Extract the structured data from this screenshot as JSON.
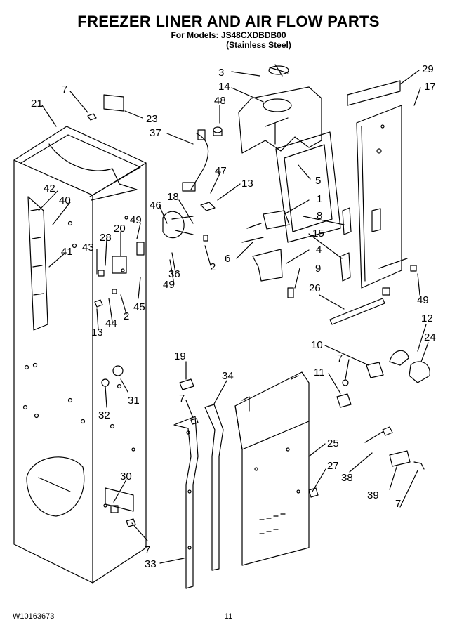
{
  "header": {
    "title": "FREEZER LINER AND AIR FLOW PARTS",
    "models_line": "For Models: JS48CXDBDB00",
    "variant_line": "(Stainless Steel)"
  },
  "callouts": {
    "c3": "3",
    "c29": "29",
    "c14": "14",
    "c17": "17",
    "c7a": "7",
    "c48": "48",
    "c21": "21",
    "c23": "23",
    "c37": "37",
    "c5": "5",
    "c47": "47",
    "c13a": "13",
    "c42": "42",
    "c40": "40",
    "c18": "18",
    "c1": "1",
    "c46": "46",
    "c49a": "49",
    "c8": "8",
    "c28": "28",
    "c20": "20",
    "c43": "43",
    "c15": "15",
    "c41": "41",
    "c6": "6",
    "c4": "4",
    "c2a": "2",
    "c36": "36",
    "c49b": "49",
    "c9": "9",
    "c26": "26",
    "c45": "45",
    "c49c": "49",
    "c2b": "2",
    "c44": "44",
    "c13b": "13",
    "c12": "12",
    "c10": "10",
    "c24": "24",
    "c19": "19",
    "c7b": "7",
    "c11": "11",
    "c34": "34",
    "c31": "31",
    "c7c": "7",
    "c32": "32",
    "c25": "25",
    "c27": "27",
    "c38": "38",
    "c30": "30",
    "c39": "39",
    "c7d": "7",
    "c7e": "7",
    "c33": "33"
  },
  "footer": {
    "doc_number": "W10163673",
    "page_number": "11"
  }
}
